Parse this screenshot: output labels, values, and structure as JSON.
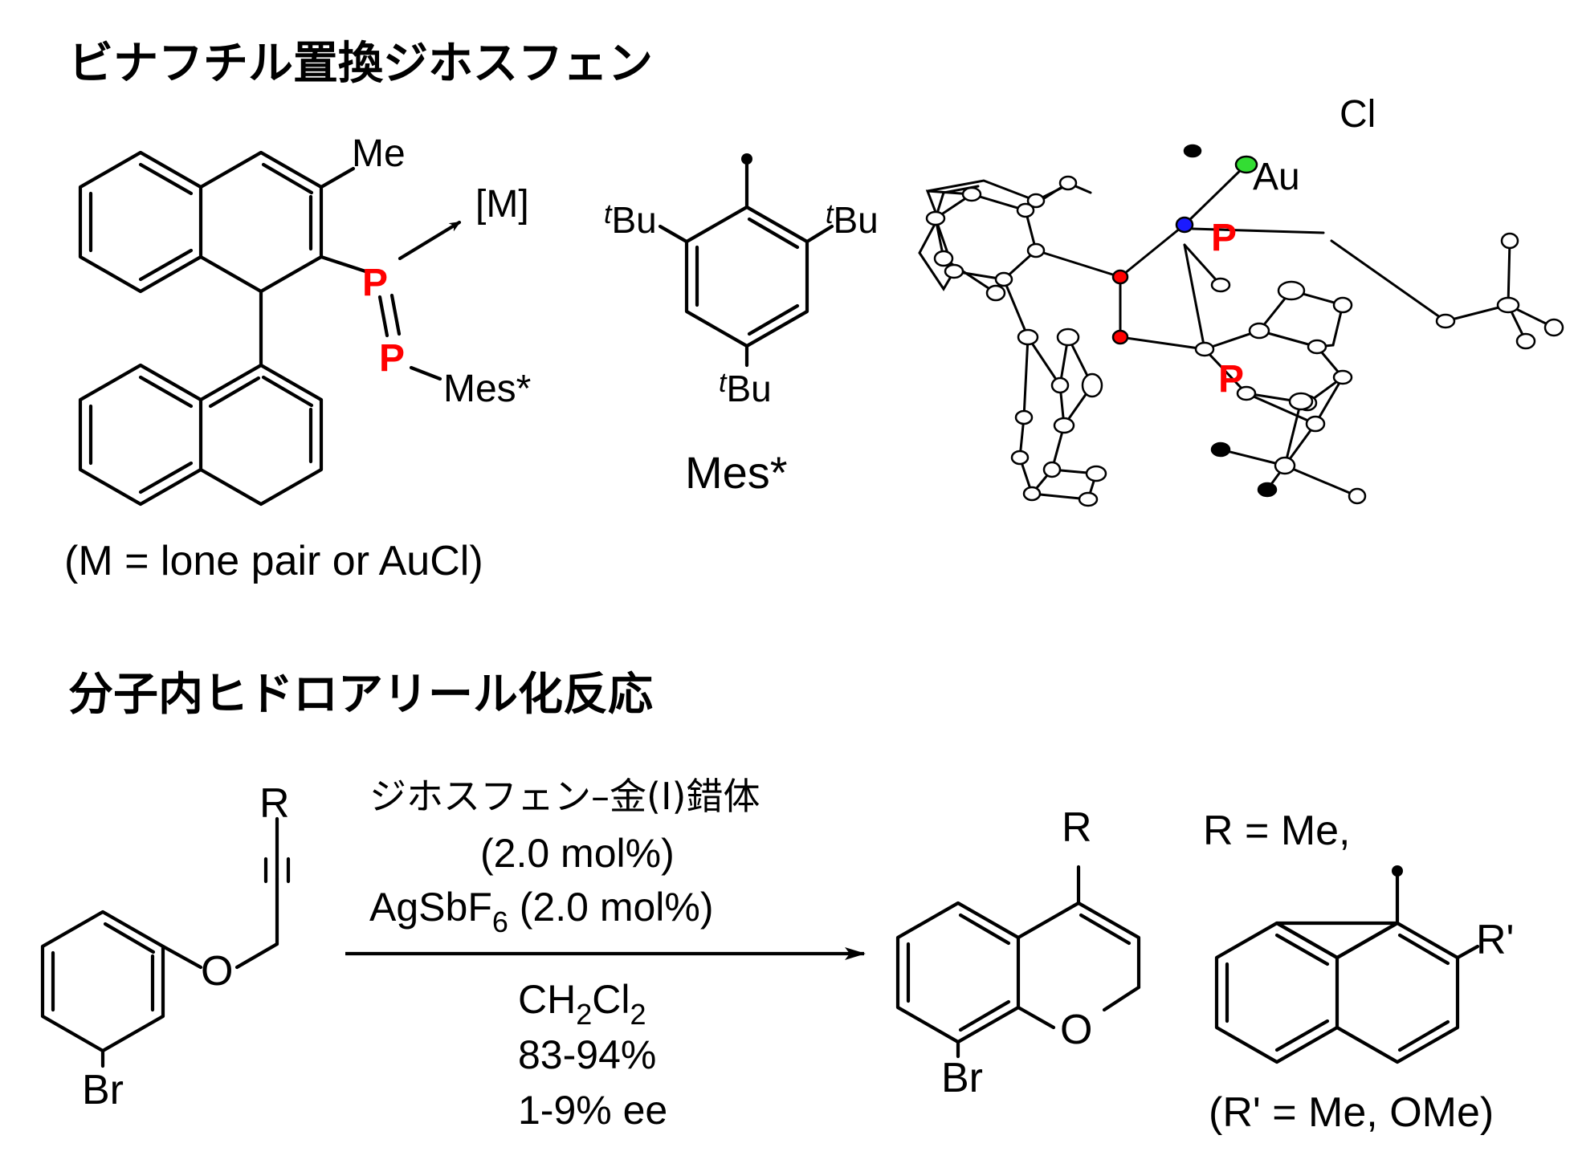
{
  "section1": {
    "title": "ビナフチル置換ジホスフェン",
    "ligand": {
      "me_label": "Me",
      "metal_label": "[M]",
      "p1_label": "P",
      "p2_label": "P",
      "mes_label": "Mes*",
      "note": "(M = lone pair or AuCl)"
    },
    "mesityl": {
      "tbu_italic": "t",
      "tbu_text": "Bu",
      "caption": "Mes*"
    },
    "crystal": {
      "cl_label": "Cl",
      "au_label": "Au",
      "p_top_label": "P",
      "p_bottom_label": "P",
      "colors": {
        "phosphorus": "#ff0000",
        "gold": "#1a1aff",
        "chlorine": "#33dd33"
      }
    }
  },
  "section2": {
    "title": "分子内ヒドロアリール化反応",
    "reactant": {
      "r_label": "R",
      "o_label": "O",
      "br_label": "Br"
    },
    "conditions": {
      "catalyst": "ジホスフェン–金(I)錯体",
      "catalyst_loading": "(2.0 mol%)",
      "additive_main": "AgSbF",
      "additive_sub": "6",
      "additive_loading": " (2.0 mol%)",
      "solvent_a": "CH",
      "solvent_sub1": "2",
      "solvent_b": "Cl",
      "solvent_sub2": "2",
      "yield": "83-94%",
      "ee": "1-9% ee"
    },
    "product": {
      "r_label": "R",
      "o_label": "O",
      "br_label": "Br"
    },
    "r_definition": {
      "line1": "R = Me,",
      "r_prime_label": "R'",
      "note": "(R' = Me, OMe)"
    }
  }
}
